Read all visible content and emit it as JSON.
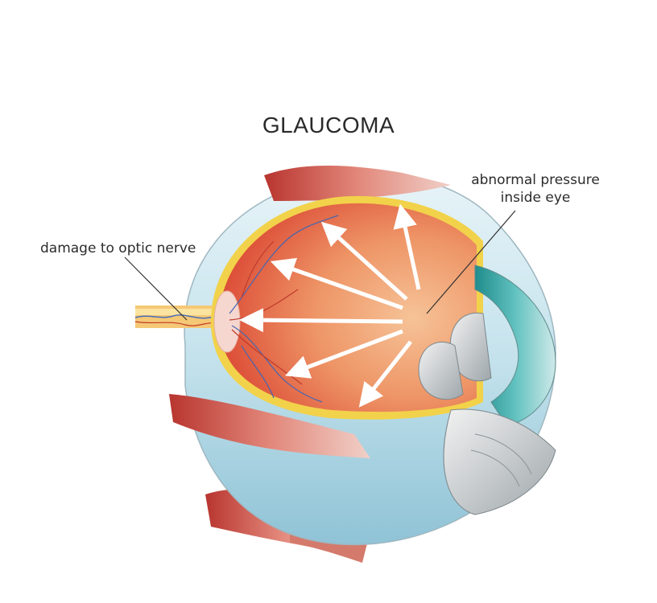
{
  "title": "GLAUCOMA",
  "labels": {
    "optic_nerve": "damage to optic nerve",
    "pressure_line1": "abnormal pressure",
    "pressure_line2": "inside eye"
  },
  "colors": {
    "retina_red": "#d93b2b",
    "vitreous_orange": "#f0a16f",
    "sclera_blue": "#bfe0ec",
    "cornea_teal": "#3aa3a3",
    "muscle_red": "#c8433a",
    "arrow": "#ffffff"
  }
}
